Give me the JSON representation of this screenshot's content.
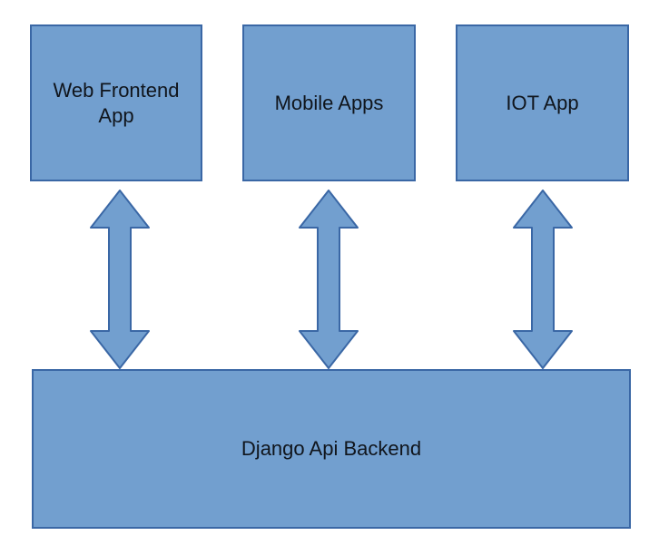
{
  "colors": {
    "background": "#ffffff",
    "node_fill": "#729fcf",
    "node_border": "#3a67a5",
    "text": "#10151c"
  },
  "diagram": {
    "nodes": [
      {
        "id": "web-frontend-app",
        "label": "Web Frontend App"
      },
      {
        "id": "mobile-apps",
        "label": "Mobile Apps"
      },
      {
        "id": "iot-app",
        "label": "IOT App"
      },
      {
        "id": "django-api-backend",
        "label": "Django Api Backend"
      }
    ],
    "connections": [
      {
        "from": "web-frontend-app",
        "to": "django-api-backend",
        "type": "bidirectional-arrow"
      },
      {
        "from": "mobile-apps",
        "to": "django-api-backend",
        "type": "bidirectional-arrow"
      },
      {
        "from": "iot-app",
        "to": "django-api-backend",
        "type": "bidirectional-arrow"
      }
    ]
  }
}
